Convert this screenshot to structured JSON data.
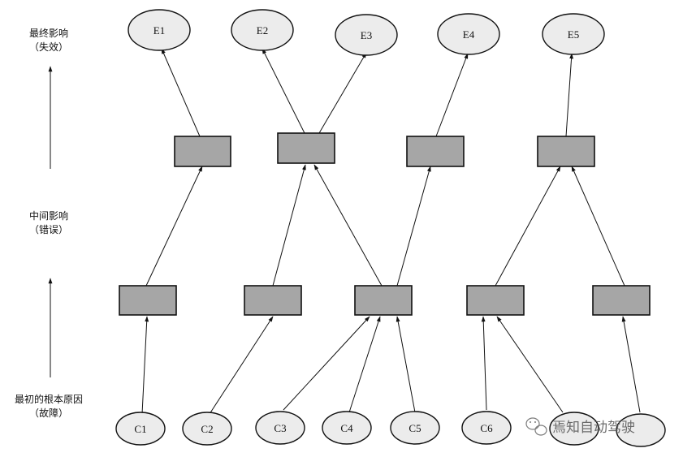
{
  "levels": {
    "top": {
      "line1": "最终影响",
      "line2": "（失效）"
    },
    "middle": {
      "line1": "中间影响",
      "line2": "（错误）"
    },
    "bottom": {
      "line1": "最初的根本原因",
      "line2": "（故障）"
    }
  },
  "effects": [
    "E1",
    "E2",
    "E3",
    "E4",
    "E5"
  ],
  "causes": [
    "C1",
    "C2",
    "C3",
    "C4",
    "C5",
    "C6"
  ],
  "watermark": "焉知自动驾驶",
  "colors": {
    "box_fill": "#a6a6a6",
    "ellipse_fill": "#ececec",
    "line": "#111111"
  }
}
